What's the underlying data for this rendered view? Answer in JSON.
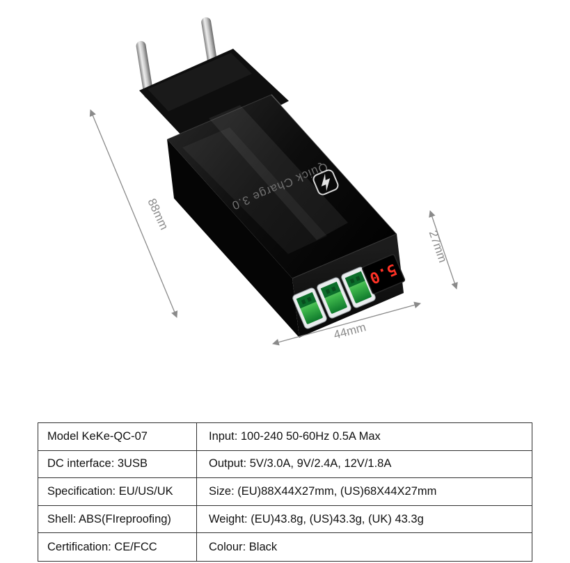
{
  "product": {
    "quick_charge_label": "Quick Charge 3.0",
    "led_display_value": "5.0",
    "dimensions": {
      "length_label": "88mm",
      "width_label": "44mm",
      "depth_label": "27mm"
    }
  },
  "colors": {
    "led_red": "#ff3226",
    "usb_green": "#3cb54a",
    "body_black": "#0b0b0b",
    "dimension_gray": "#8a8a8a"
  },
  "spec_table": {
    "rows": [
      {
        "left": "Model KeKe-QC-07",
        "right": "Input: 100-240 50-60Hz 0.5A Max"
      },
      {
        "left": "DC interface: 3USB",
        "right": "Output: 5V/3.0A, 9V/2.4A, 12V/1.8A"
      },
      {
        "left": "Specification: EU/US/UK",
        "right": "Size: (EU)88X44X27mm, (US)68X44X27mm"
      },
      {
        "left": "Shell: ABS(FIreproofing)",
        "right": "Weight: (EU)43.8g, (US)43.3g, (UK) 43.3g"
      },
      {
        "left": "Certification: CE/FCC",
        "right": "Colour: Black"
      }
    ]
  }
}
